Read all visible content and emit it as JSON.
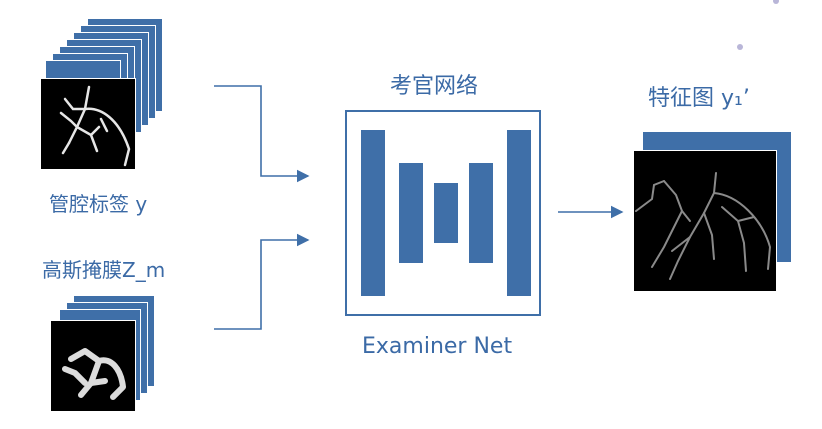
{
  "labels": {
    "lumen_label": "管腔标签 y",
    "gaussian_mask": "高斯掩膜Z_m",
    "examiner_title": "考官网络",
    "examiner_net": "Examiner Net",
    "feature_map": "特征图 y₁’"
  },
  "colors": {
    "accent_blue": "#3f6fa8",
    "text_blue": "#3b6aa6",
    "dot": "#b9b6d8"
  }
}
